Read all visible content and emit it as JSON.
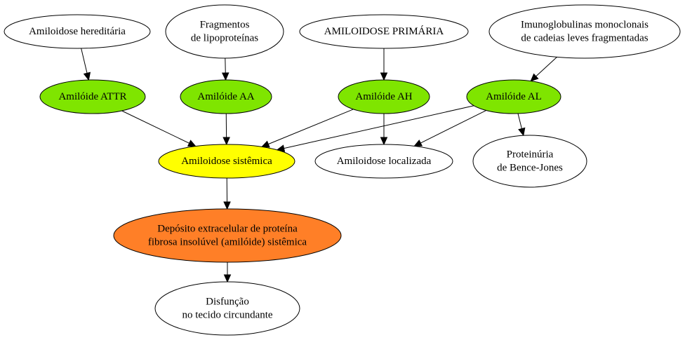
{
  "diagram": {
    "nodes": [
      {
        "id": "hereditaria",
        "label": [
          "Amiloidose hereditária"
        ],
        "fill": "#ffffff"
      },
      {
        "id": "fragmentos",
        "label": [
          "Fragmentos",
          "de lipoproteínas"
        ],
        "fill": "#ffffff"
      },
      {
        "id": "primaria",
        "label": [
          "AMILOIDOSE PRIMÁRIA"
        ],
        "fill": "#ffffff"
      },
      {
        "id": "imunoglobulinas",
        "label": [
          "Imunoglobulinas monoclonais",
          "de cadeias leves fragmentadas"
        ],
        "fill": "#ffffff"
      },
      {
        "id": "attr",
        "label": [
          "Amilóide ATTR"
        ],
        "fill": "#7fe500"
      },
      {
        "id": "aa",
        "label": [
          "Amilóide AA"
        ],
        "fill": "#7fe500"
      },
      {
        "id": "ah",
        "label": [
          "Amilóide AH"
        ],
        "fill": "#7fe500"
      },
      {
        "id": "al",
        "label": [
          "Amilóide AL"
        ],
        "fill": "#7fe500"
      },
      {
        "id": "sistemica",
        "label": [
          "Amiloidose sistêmica"
        ],
        "fill": "#ffff00"
      },
      {
        "id": "localizada",
        "label": [
          "Amiloidose localizada"
        ],
        "fill": "#ffffff"
      },
      {
        "id": "bence",
        "label": [
          "Proteinúria",
          "de Bence-Jones"
        ],
        "fill": "#ffffff"
      },
      {
        "id": "deposito",
        "label": [
          "Depósito extracelular de proteína",
          "fibrosa insolúvel (amilóide) sistêmica"
        ],
        "fill": "#ff7f27"
      },
      {
        "id": "disfuncao",
        "label": [
          "Disfunção",
          "no tecido circundante"
        ],
        "fill": "#ffffff"
      }
    ],
    "edges": [
      {
        "from": "hereditaria",
        "to": "attr"
      },
      {
        "from": "fragmentos",
        "to": "aa"
      },
      {
        "from": "primaria",
        "to": "ah"
      },
      {
        "from": "imunoglobulinas",
        "to": "al"
      },
      {
        "from": "attr",
        "to": "sistemica"
      },
      {
        "from": "aa",
        "to": "sistemica"
      },
      {
        "from": "ah",
        "to": "sistemica"
      },
      {
        "from": "ah",
        "to": "localizada"
      },
      {
        "from": "al",
        "to": "sistemica"
      },
      {
        "from": "al",
        "to": "localizada"
      },
      {
        "from": "al",
        "to": "bence"
      },
      {
        "from": "sistemica",
        "to": "deposito"
      },
      {
        "from": "deposito",
        "to": "disfuncao"
      }
    ]
  }
}
